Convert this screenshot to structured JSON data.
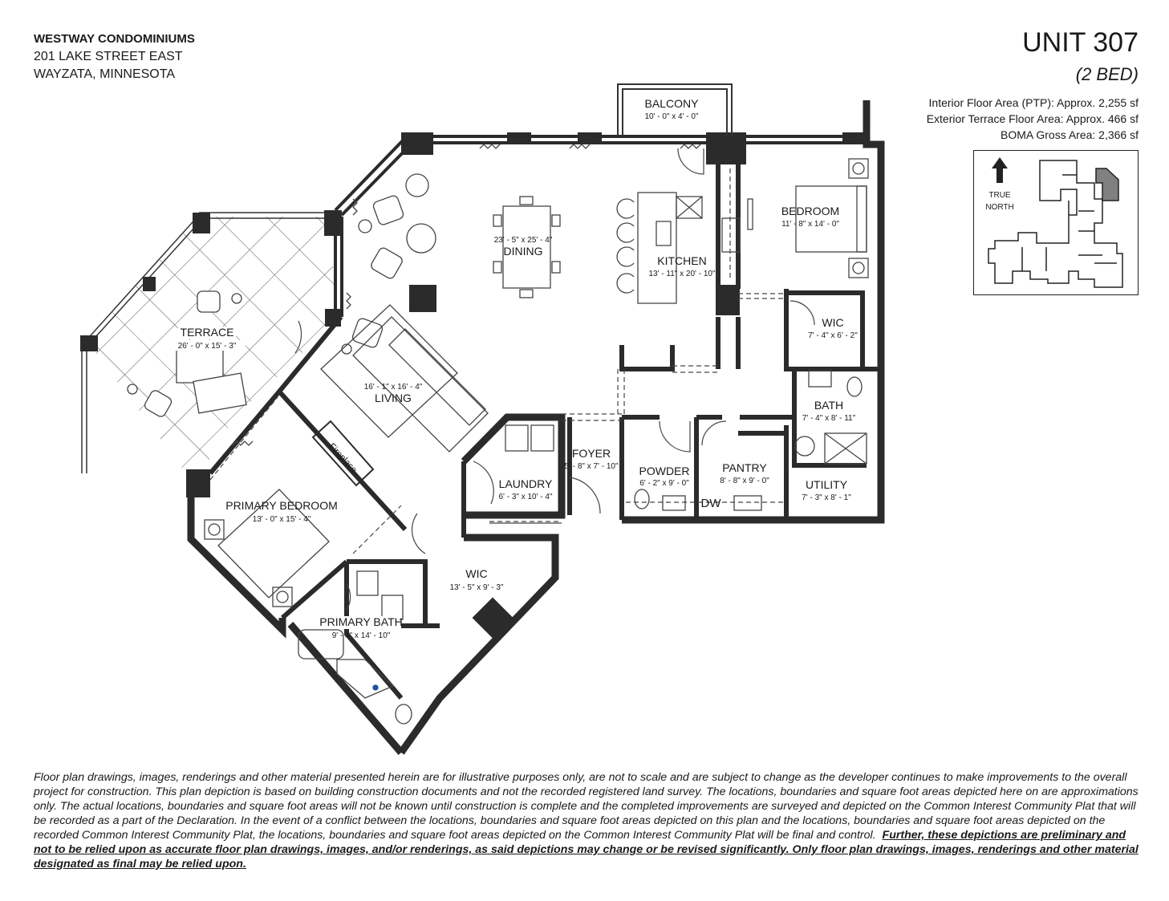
{
  "header": {
    "building": "WESTWAY CONDOMINIUMS",
    "address1": "201 LAKE STREET EAST",
    "address2": "WAYZATA, MINNESOTA",
    "unit": "UNIT 307",
    "beds": "(2 BED)",
    "areas": [
      "Interior Floor Area (PTP):  Approx. 2,255 sf",
      "Exterior Terrace Floor Area:  Approx. 466 sf",
      "BOMA Gross Area:  2,366 sf"
    ]
  },
  "keymap": {
    "north_line1": "TRUE",
    "north_line2": "NORTH",
    "colors": {
      "outline": "#222222",
      "highlight": "#808080"
    }
  },
  "rooms": {
    "balcony": {
      "name": "BALCONY",
      "dims": "10' - 0\" x 4' - 0\""
    },
    "dining": {
      "name": "DINING",
      "dims": "23' - 5\" x 25' - 4\""
    },
    "kitchen": {
      "name": "KITCHEN",
      "dims": "13' - 11\" x 20' - 10\""
    },
    "bedroom": {
      "name": "BEDROOM",
      "dims": "11' - 8\" x 14' - 0\""
    },
    "wic1": {
      "name": "WIC",
      "dims": "7' - 4\" x 6' - 2\""
    },
    "bath": {
      "name": "BATH",
      "dims": "7' - 4\" x 8' - 11\""
    },
    "terrace": {
      "name": "TERRACE",
      "dims": "26' - 0\" x 15' - 3\""
    },
    "living": {
      "name": "LIVING",
      "dims": "16' - 1\" x 16' - 4\""
    },
    "fireplace": {
      "name": "Fireplace"
    },
    "foyer": {
      "name": "FOYER",
      "dims": "5' - 8\" x 7' - 10\""
    },
    "laundry": {
      "name": "LAUNDRY",
      "dims": "6' - 3\" x 10' - 4\""
    },
    "powder": {
      "name": "POWDER",
      "dims": "6' - 2\" x 9' - 0\""
    },
    "pantry": {
      "name": "PANTRY",
      "dims": "8' - 8\" x 9' - 0\"",
      "appliance": "DW"
    },
    "utility": {
      "name": "UTILITY",
      "dims": "7' - 3\" x 8' - 1\""
    },
    "primary_bedroom": {
      "name": "PRIMARY BEDROOM",
      "dims": "13' - 0\" x 15' - 4\""
    },
    "wic2": {
      "name": "WIC",
      "dims": "13' - 5\" x 9' - 3\""
    },
    "primary_bath": {
      "name": "PRIMARY BATH",
      "dims": "9' - 4\" x 14' - 10\""
    }
  },
  "colors": {
    "wall": "#2b2b2b",
    "line": "#3a3a3a",
    "accent": "#1f4fa8"
  },
  "disclaimer": {
    "text": "Floor plan drawings, images, renderings and other material presented herein are for illustrative purposes only, are not to scale and are subject to change as the developer continues to make improvements to the overall project for construction. This plan depiction is based on building construction documents and not the recorded registered land survey. The locations, boundaries and square foot areas depicted here on are approximations only. The actual locations, boundaries and square foot areas will not be known until construction is complete and the completed improvements are surveyed and depicted on the Common Interest Community Plat that will be recorded as a part of the Declaration. In the event of a conflict between the locations, boundaries and square foot areas depicted on this plan and the locations, boundaries and square foot areas depicted on the recorded Common Interest Community Plat, the locations, boundaries and square foot areas depicted on the Common Interest Community Plat will be final and control.",
    "emphasis": "Further, these depictions are preliminary and not to be relied upon as accurate floor plan drawings, images, and/or renderings, as said depictions may change or be revised significantly.  Only floor plan drawings, images, renderings and other material designated as final may be relied upon."
  }
}
